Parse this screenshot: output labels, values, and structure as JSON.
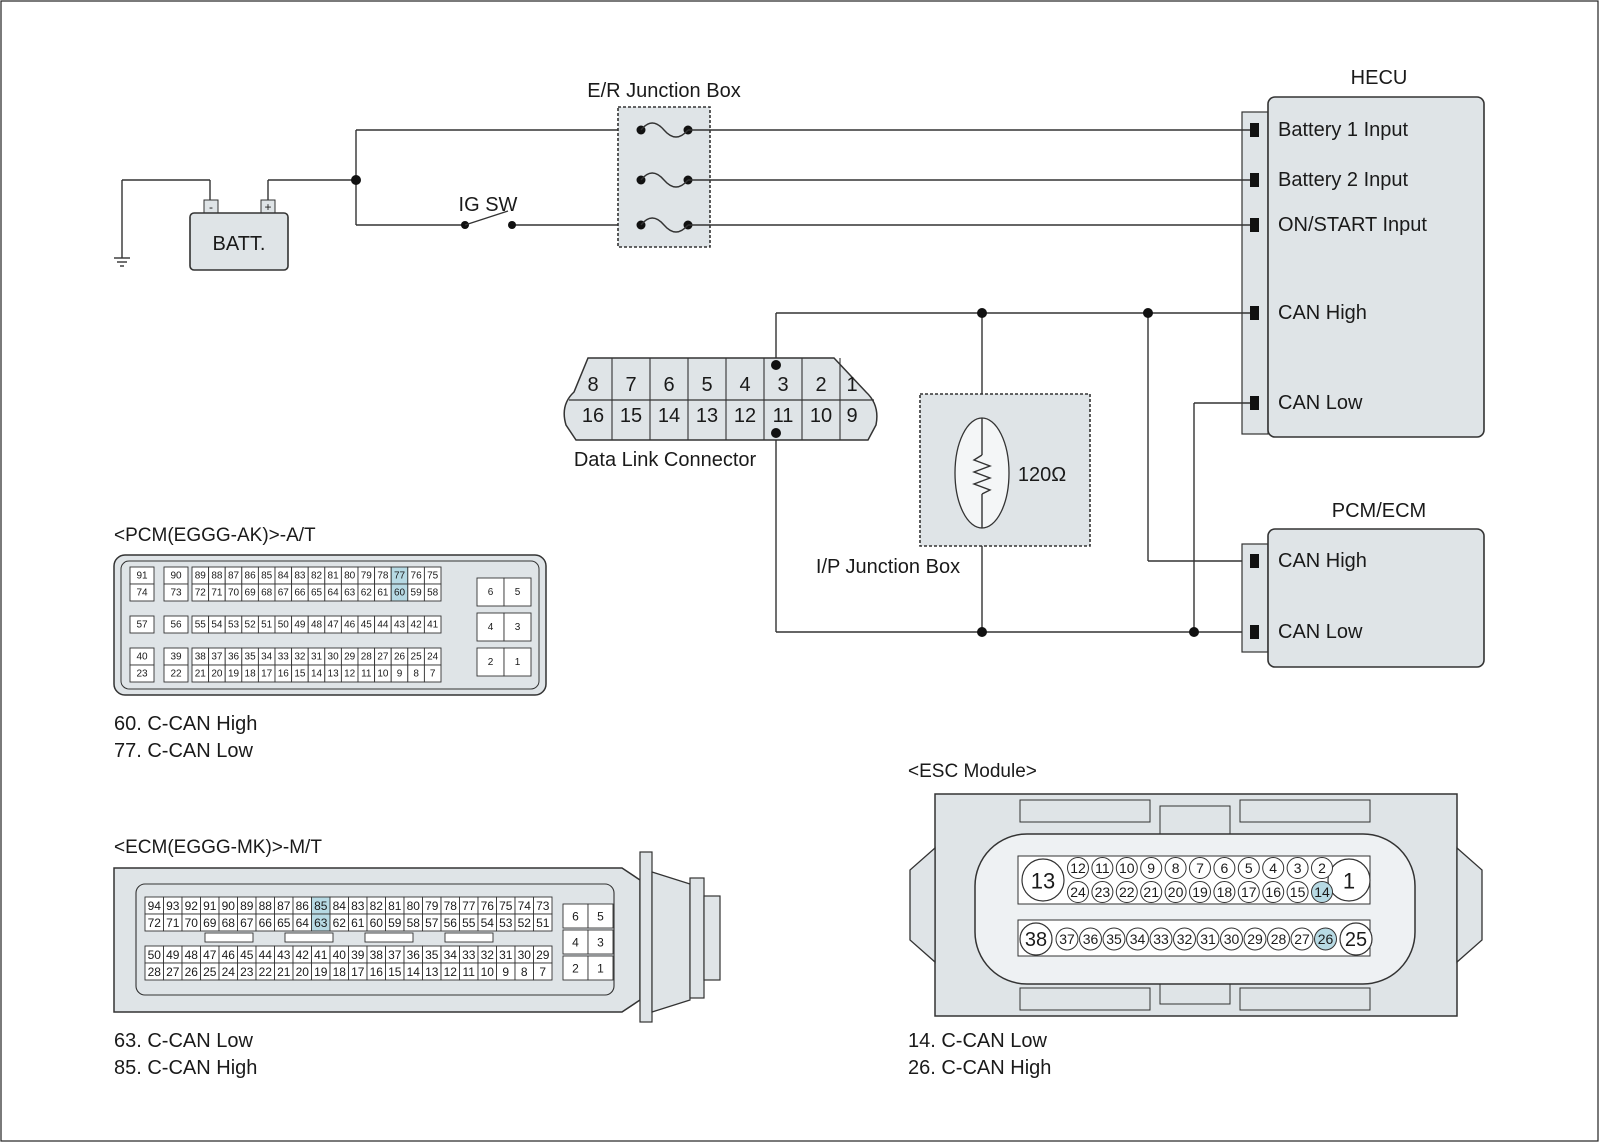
{
  "hecu": {
    "title": "HECU",
    "pins": [
      "Battery 1 Input",
      "Battery 2 Input",
      "ON/START Input",
      "CAN High",
      "CAN Low"
    ]
  },
  "er_junction_box": "E/R Junction Box",
  "ig_sw": "IG SW",
  "battery": {
    "label": "BATT.",
    "neg": "-",
    "pos": "+"
  },
  "dlc": {
    "label": "Data Link Connector",
    "top_pins": [
      "8",
      "7",
      "6",
      "5",
      "4",
      "3",
      "2",
      "1"
    ],
    "bottom_pins": [
      "16",
      "15",
      "14",
      "13",
      "12",
      "11",
      "10",
      "9"
    ]
  },
  "ip_junction_box": {
    "label": "I/P Junction Box",
    "resistor": "120Ω"
  },
  "pcm_ecm": {
    "title": "PCM/ECM",
    "pins": [
      "CAN High",
      "CAN Low"
    ]
  },
  "pcm_at": {
    "title": "<PCM(EGGG-AK)>-A/T",
    "legend": [
      "60. C-CAN High",
      "77. C-CAN Low"
    ],
    "highlight": [
      "60",
      "77"
    ],
    "side_top": [
      "91",
      "74"
    ],
    "side_mid": [
      "57"
    ],
    "side_bot": [
      "40",
      "23"
    ],
    "col2_top": [
      "90",
      "73"
    ],
    "col2_mid": [
      "56"
    ],
    "col2_bot": [
      "39",
      "22"
    ],
    "rowA": [
      "89",
      "88",
      "87",
      "86",
      "85",
      "84",
      "83",
      "82",
      "81",
      "80",
      "79",
      "78",
      "77",
      "76",
      "75"
    ],
    "rowB": [
      "72",
      "71",
      "70",
      "69",
      "68",
      "67",
      "66",
      "65",
      "64",
      "63",
      "62",
      "61",
      "60",
      "59",
      "58"
    ],
    "rowC": [
      "55",
      "54",
      "53",
      "52",
      "51",
      "50",
      "49",
      "48",
      "47",
      "46",
      "45",
      "44",
      "43",
      "42",
      "41"
    ],
    "rowD": [
      "38",
      "37",
      "36",
      "35",
      "34",
      "33",
      "32",
      "31",
      "30",
      "29",
      "28",
      "27",
      "26",
      "25",
      "24"
    ],
    "rowE": [
      "21",
      "20",
      "19",
      "18",
      "17",
      "16",
      "15",
      "14",
      "13",
      "12",
      "11",
      "10",
      "9",
      "8",
      "7"
    ],
    "right": [
      [
        "6",
        "5"
      ],
      [
        "4",
        "3"
      ],
      [
        "2",
        "1"
      ]
    ]
  },
  "ecm_mt": {
    "title": "<ECM(EGGG-MK)>-M/T",
    "legend": [
      "63. C-CAN Low",
      "85. C-CAN High"
    ],
    "highlight": [
      "85",
      "63"
    ],
    "rowA": [
      "94",
      "93",
      "92",
      "91",
      "90",
      "89",
      "88",
      "87",
      "86",
      "85",
      "84",
      "83",
      "82",
      "81",
      "80",
      "79",
      "78",
      "77",
      "76",
      "75",
      "74",
      "73"
    ],
    "rowB": [
      "72",
      "71",
      "70",
      "69",
      "68",
      "67",
      "66",
      "65",
      "64",
      "63",
      "62",
      "61",
      "60",
      "59",
      "58",
      "57",
      "56",
      "55",
      "54",
      "53",
      "52",
      "51"
    ],
    "rowC": [
      "50",
      "49",
      "48",
      "47",
      "46",
      "45",
      "44",
      "43",
      "42",
      "41",
      "40",
      "39",
      "38",
      "37",
      "36",
      "35",
      "34",
      "33",
      "32",
      "31",
      "30",
      "29"
    ],
    "rowD": [
      "28",
      "27",
      "26",
      "25",
      "24",
      "23",
      "22",
      "21",
      "20",
      "19",
      "18",
      "17",
      "16",
      "15",
      "14",
      "13",
      "12",
      "11",
      "10",
      "9",
      "8",
      "7"
    ],
    "right": [
      [
        "6",
        "5"
      ],
      [
        "4",
        "3"
      ],
      [
        "2",
        "1"
      ]
    ]
  },
  "esc_module": {
    "title": "<ESC Module>",
    "legend": [
      "14. C-CAN Low",
      "26. C-CAN High"
    ],
    "highlight": [
      "14",
      "26"
    ],
    "big": [
      "13",
      "1",
      "38",
      "25"
    ],
    "rowA": [
      "12",
      "11",
      "10",
      "9",
      "8",
      "7",
      "6",
      "5",
      "4",
      "3",
      "2"
    ],
    "rowB": [
      "24",
      "23",
      "22",
      "21",
      "20",
      "19",
      "18",
      "17",
      "16",
      "15",
      "14"
    ],
    "rowC": [
      "37",
      "36",
      "35",
      "34",
      "33",
      "32",
      "31",
      "30",
      "29",
      "28",
      "27",
      "26"
    ]
  }
}
